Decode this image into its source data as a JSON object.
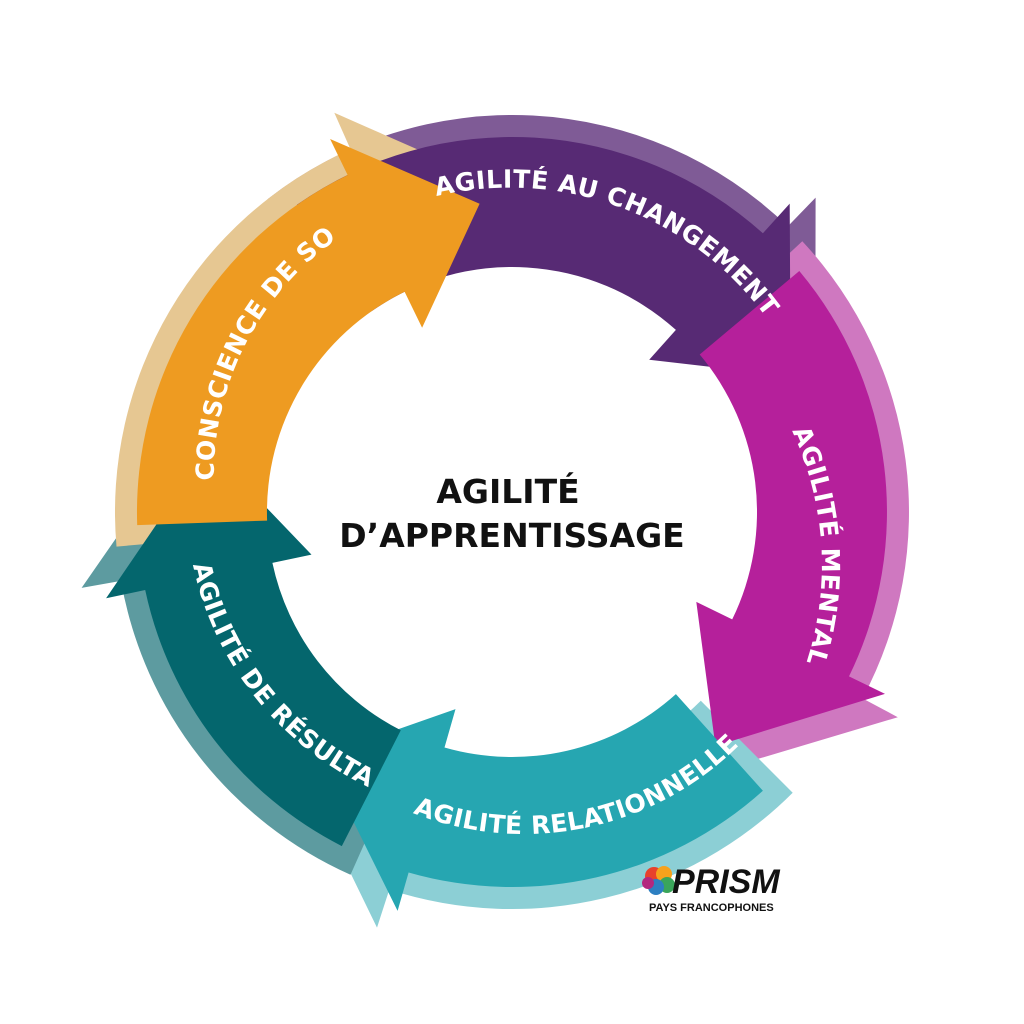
{
  "center": {
    "line1": "AGILITÉ",
    "line2": "D’APPRENTISSAGE"
  },
  "segments": [
    {
      "label": "AGILITÉ  AU CHANGEMENT",
      "color": "#572a74",
      "shadow": "#7f5b96"
    },
    {
      "label": "AGILITÉ  MENTALE",
      "color": "#b5209b",
      "shadow": "#cf78c0"
    },
    {
      "label": "AGILITÉ  RELATIONNELLE",
      "color": "#26a6b1",
      "shadow": "#8ccfd5"
    },
    {
      "label": "AGILITÉ  DE  RÉSULTAT",
      "color": "#04666d",
      "shadow": "#5d9ba0"
    },
    {
      "label": "CONSCIENCE DE SOI",
      "color": "#ee9b21",
      "shadow": "#e6c792"
    }
  ],
  "logo": {
    "word": "PRISM",
    "subtitle": "PAYS FRANCOPHONES",
    "icon": "brain-icon"
  }
}
